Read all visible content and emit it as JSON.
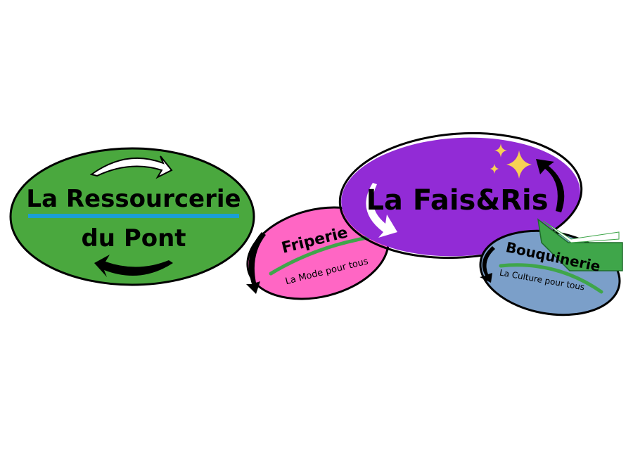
{
  "main_logo": {
    "line1": "La Ressourcerie",
    "line2": "du Pont",
    "color": "#4aa83e",
    "underline_color": "#1a9fd6"
  },
  "center_logo": {
    "title": "La Fais&Ris",
    "color": "#922bd6",
    "sparkle_color": "#f7d154"
  },
  "friperie": {
    "title": "Friperie",
    "tagline": "La Mode pour tous",
    "color": "#ff66c4"
  },
  "bouquinerie": {
    "title": "Bouquinerie",
    "tagline": "La Culture pour tous",
    "color": "#7b9fc9",
    "book_color": "#3fa64a"
  }
}
